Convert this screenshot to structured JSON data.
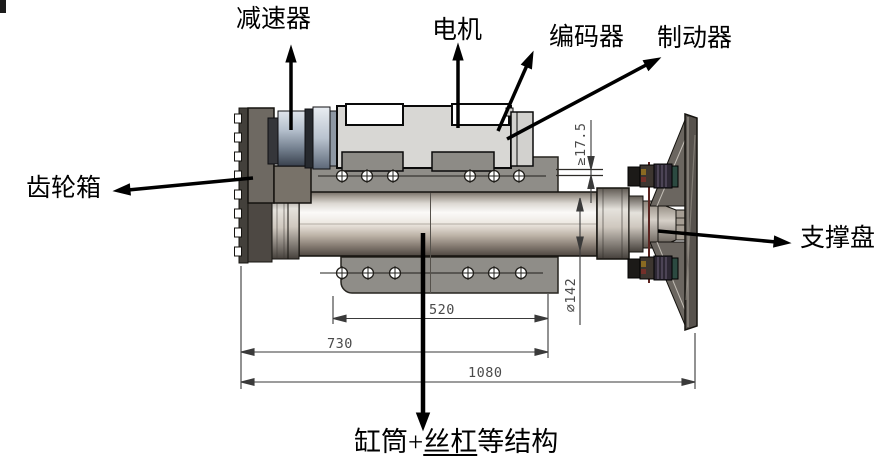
{
  "labels": {
    "reducer": "减速器",
    "motor": "电机",
    "encoder": "编码器",
    "brake": "制动器",
    "gearbox": "齿轮箱",
    "support_plate": "支撑盘",
    "cylinder": {
      "prefix": "缸筒+",
      "underlined": "丝杠",
      "suffix": "等结构"
    }
  },
  "dimensions": {
    "plate_span": "520",
    "body_span": "730",
    "overall_length": "1080",
    "diameter": "∅142",
    "min_gap": "≥17.5"
  },
  "colors": {
    "background": "#ffffff",
    "outline": "#111111",
    "plate_gray": "#8f8d88",
    "motor_gray": "#d8d7d4",
    "gearbox_gray": "#6e6962",
    "reducer_blue": "#aab4c2",
    "disk_dark": "#57524d",
    "dim_line": "#3a3a3a",
    "dim_text": "#4a4a4a"
  }
}
